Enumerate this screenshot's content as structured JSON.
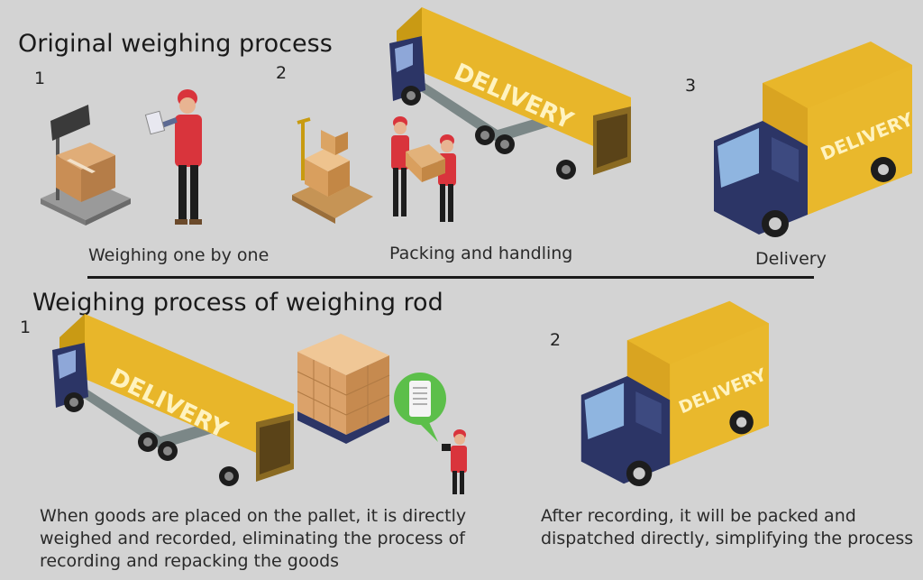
{
  "section1": {
    "title": "Original weighing process",
    "steps": [
      {
        "number": "1",
        "caption": "Weighing one by one"
      },
      {
        "number": "2",
        "caption": "Packing and handling"
      },
      {
        "number": "3",
        "caption": "Delivery"
      }
    ]
  },
  "section2": {
    "title": "Weighing process of weighing rod",
    "steps": [
      {
        "number": "1",
        "caption": "When goods are placed on the pallet, it is directly weighed and recorded, eliminating the process of recording and repacking the goods"
      },
      {
        "number": "2",
        "caption": "After recording, it will be packed and dispatched directly, simplifying the process"
      }
    ]
  },
  "truck_label": "DELIVERY",
  "colors": {
    "background": "#d3d3d3",
    "container_yellow": "#e8b62a",
    "cab_navy": "#2c3566",
    "worker_red": "#d9343c",
    "box_brown": "#d9a16a",
    "phone_bubble": "#5cbf4a"
  }
}
